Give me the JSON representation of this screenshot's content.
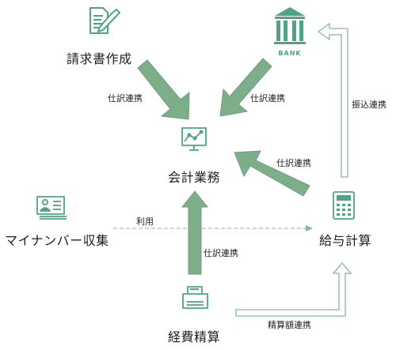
{
  "colors": {
    "arrow_fill": "#7dae8a",
    "arrow_stroke": "#6f9e7c",
    "icon": "#4fa582",
    "outline_arrow": "#86b896",
    "dashed": "#86b896",
    "text": "#1f1f1f"
  },
  "nodes": {
    "invoice": {
      "label": "請求書作成",
      "icon": "document-pen-icon"
    },
    "bank": {
      "label": "BANK",
      "icon": "bank-icon"
    },
    "accounting": {
      "label": "会計業務",
      "icon": "monitor-chart-icon"
    },
    "mynumber": {
      "label": "マイナンバー収集",
      "icon": "id-card-icon"
    },
    "payroll": {
      "label": "給与計算",
      "icon": "calculator-icon"
    },
    "expense": {
      "label": "経費精算",
      "icon": "printer-icon"
    }
  },
  "edges": {
    "invoice_to_accounting": "仕訳連携",
    "bank_to_accounting": "仕訳連携",
    "payroll_to_accounting": "仕訳連携",
    "expense_to_accounting": "仕訳連携",
    "payroll_to_bank": "振込連携",
    "mynumber_to_payroll": "利用",
    "expense_to_payroll": "精算額連携"
  }
}
